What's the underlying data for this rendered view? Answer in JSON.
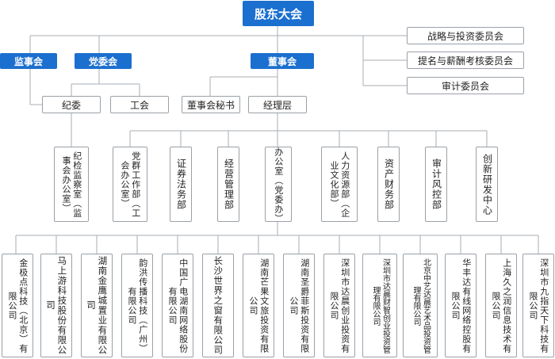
{
  "top": "股东大会",
  "supervisory": "监事会",
  "party": "党委会",
  "board": "董事会",
  "discipline": "纪委",
  "union": "工会",
  "board_secretary": "董事会秘书",
  "management": "经理层",
  "committees": [
    "战略与投资委员会",
    "提名与薪酬考核委员会",
    "审计委员会"
  ],
  "departments": [
    "纪检监察室（监事会办公室）",
    "党群工作部（工会办公室）",
    "证券法务部",
    "经营管理部",
    "办公室（党委办）",
    "人力资源部（企业文化部）",
    "资产财务部",
    "审计风控部",
    "创新研发中心"
  ],
  "companies": [
    "金极点科技（北京）有限公司",
    "马上游科技股份有限公司",
    "湖南金鹰城置业有限公司",
    "韵洪传播科技（广州）有限公司",
    "中国广电湖南网络股份有限公司",
    "长沙世界之窗有限公司",
    "湖南芒果文旅投资有限公司",
    "湖南圣爵菲斯投资有限公司",
    "深圳市达晨创业投资有限公司",
    "深圳市达晨财智创业投资管理有限公司",
    "北京中艺达晨艺术品投资管理有限公司",
    "华丰达有线网络控股有限公司",
    "上海久之润信息技术有限公司",
    "深圳市九指天下科技有限公司"
  ]
}
